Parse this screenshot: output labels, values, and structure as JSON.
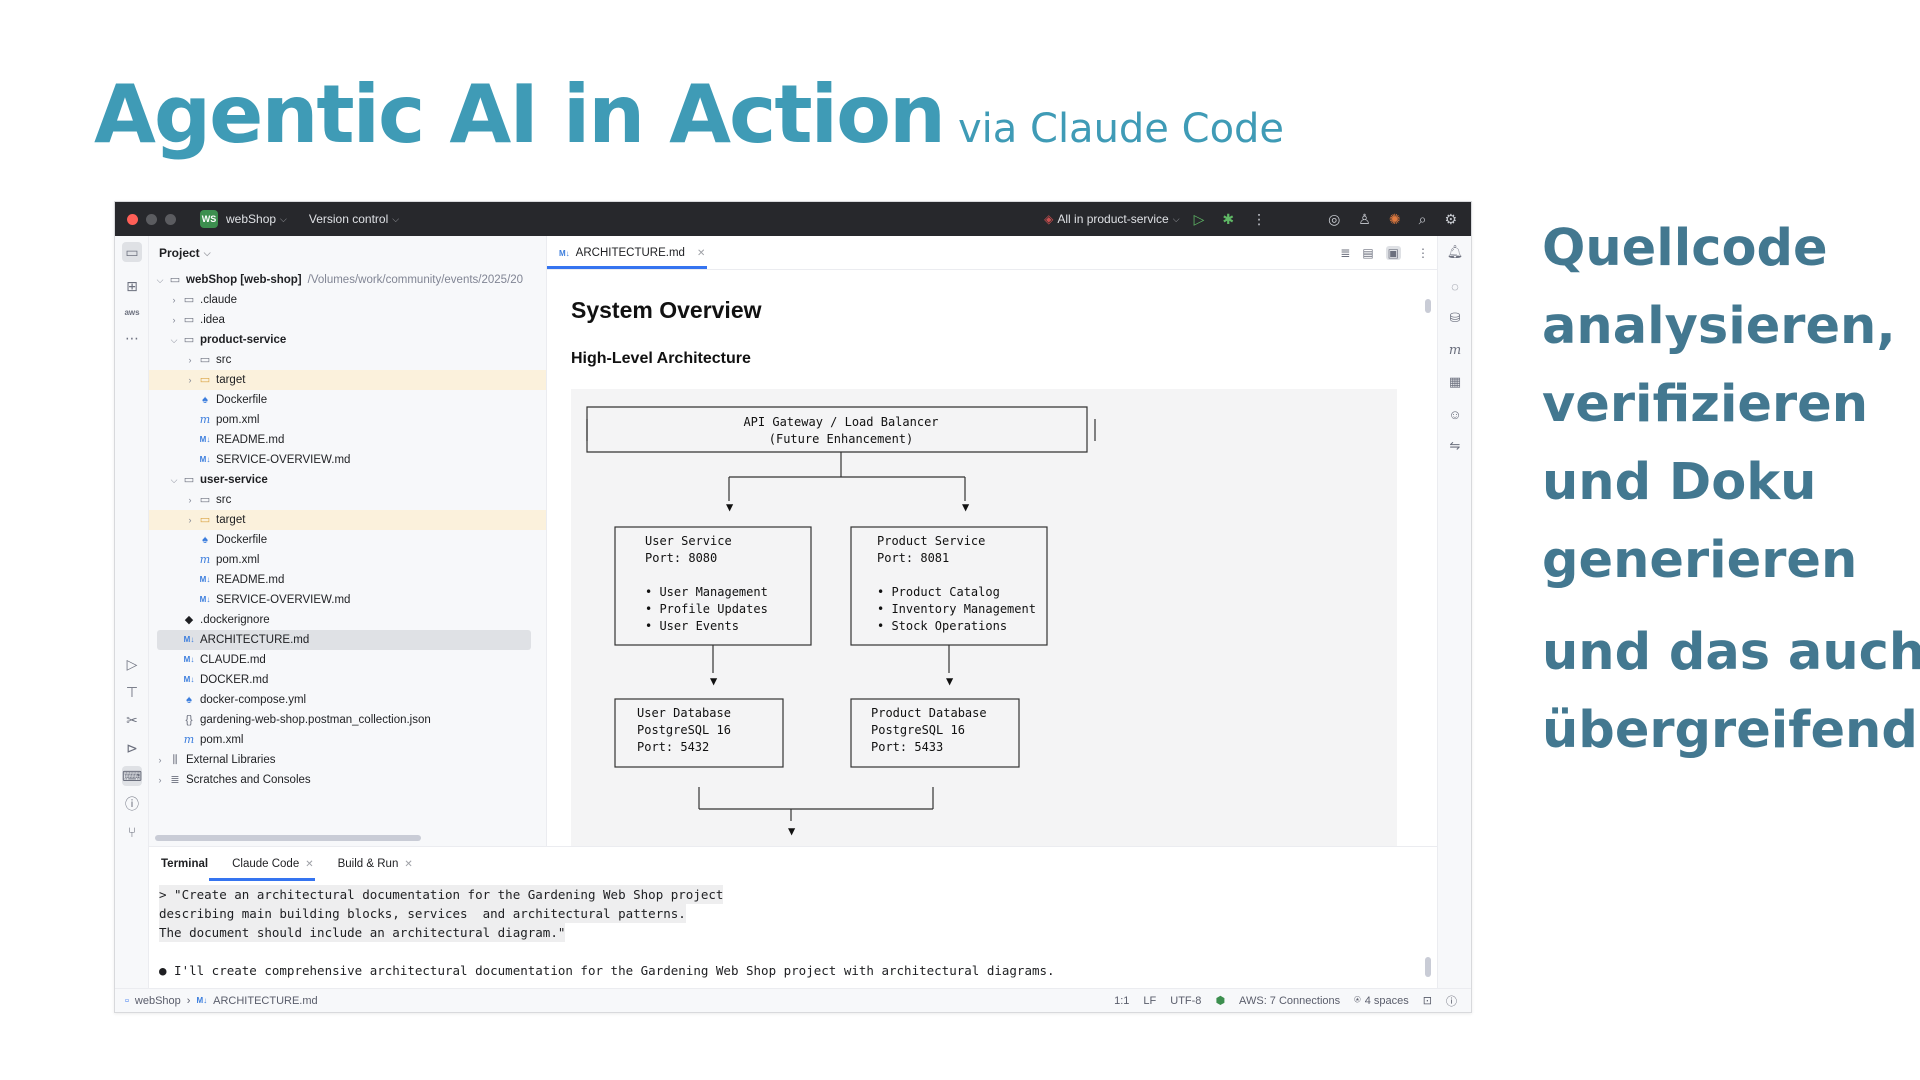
{
  "slide": {
    "title": "Agentic AI in Action",
    "subtitle": "via Claude Code",
    "side_lines": [
      "Quellcode",
      "analysieren,",
      "verifizieren",
      "und Doku",
      "generieren"
    ],
    "side_lines2": [
      "und das auch",
      "übergreifend"
    ]
  },
  "titlebar": {
    "project_badge": "WS",
    "project_name": "webShop",
    "vcs": "Version control",
    "run_config": "All in product-service"
  },
  "project_panel": {
    "header": "Project",
    "root_name": "webShop [web-shop]",
    "root_path": "/Volumes/work/community/events/2025/20",
    "rows": [
      {
        "label": ".claude"
      },
      {
        "label": ".idea"
      },
      {
        "label": "product-service"
      },
      {
        "label": "src"
      },
      {
        "label": "target"
      },
      {
        "label": "Dockerfile"
      },
      {
        "label": "pom.xml"
      },
      {
        "label": "README.md"
      },
      {
        "label": "SERVICE-OVERVIEW.md"
      },
      {
        "label": "user-service"
      },
      {
        "label": "src"
      },
      {
        "label": "target"
      },
      {
        "label": "Dockerfile"
      },
      {
        "label": "pom.xml"
      },
      {
        "label": "README.md"
      },
      {
        "label": "SERVICE-OVERVIEW.md"
      },
      {
        "label": ".dockerignore"
      },
      {
        "label": "ARCHITECTURE.md"
      },
      {
        "label": "CLAUDE.md"
      },
      {
        "label": "DOCKER.md"
      },
      {
        "label": "docker-compose.yml"
      },
      {
        "label": "gardening-web-shop.postman_collection.json"
      },
      {
        "label": "pom.xml"
      },
      {
        "label": "External Libraries"
      },
      {
        "label": "Scratches and Consoles"
      }
    ],
    "md_badge": "M↓"
  },
  "editor": {
    "tab_label": "ARCHITECTURE.md",
    "heading": "System Overview",
    "subheading": "High-Level Architecture",
    "diagram": {
      "gateway": [
        "API Gateway / Load Balancer",
        "(Future Enhancement)"
      ],
      "user_service": [
        "User Service",
        "Port: 8080",
        "",
        "• User Management",
        "• Profile Updates",
        "• User Events"
      ],
      "product_service": [
        "Product Service",
        "Port: 8081",
        "",
        "• Product Catalog",
        "• Inventory Management",
        "• Stock Operations"
      ],
      "user_db": [
        "User Database",
        "PostgreSQL 16",
        "Port: 5432"
      ],
      "product_db": [
        "Product Database",
        "PostgreSQL 16",
        "Port: 5433"
      ]
    }
  },
  "terminal": {
    "title": "Terminal",
    "tabs": [
      "Claude Code",
      "Build & Run"
    ],
    "prompt_lines": [
      "> \"Create an architectural documentation for the Gardening Web Shop project",
      "describing main building blocks, services  and architectural patterns.",
      "The document should include an architectural diagram.\""
    ],
    "response": "● I'll create comprehensive architectural documentation for the Gardening Web Shop project with architectural diagrams."
  },
  "statusbar": {
    "project": "webShop",
    "file": "ARCHITECTURE.md",
    "position": "1:1",
    "line_sep": "LF",
    "encoding": "UTF-8",
    "aws": "AWS: 7 Connections",
    "indent": "4 spaces"
  }
}
